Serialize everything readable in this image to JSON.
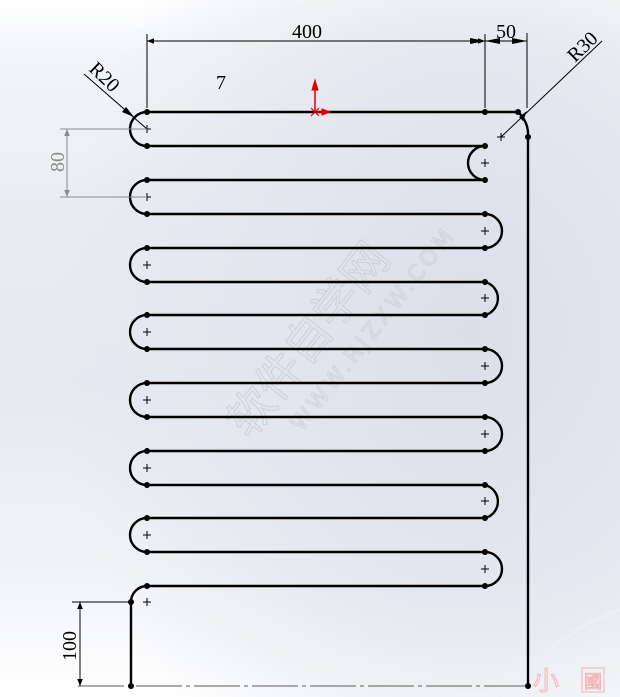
{
  "drawing": {
    "type": "sketch",
    "description": "Serpentine pipe sketch with dimensions",
    "colors": {
      "geometry": "#000000",
      "dimension": "#000000",
      "dimension_gray": "#8a8a8a",
      "origin": "#e00000",
      "watermark": "#c9ccd4",
      "seal": "#f2b5b5"
    }
  },
  "dimensions": {
    "length_top": "400",
    "offset_right": "50",
    "radius_left": "R20",
    "radius_right": "R30",
    "pitch": "80",
    "bottom_leg": "100",
    "note_count": "7"
  },
  "watermark": {
    "text": "软件自学网",
    "url": "WWW.RJZXW.COM"
  },
  "seal": {
    "chars": [
      "小",
      "國"
    ]
  }
}
